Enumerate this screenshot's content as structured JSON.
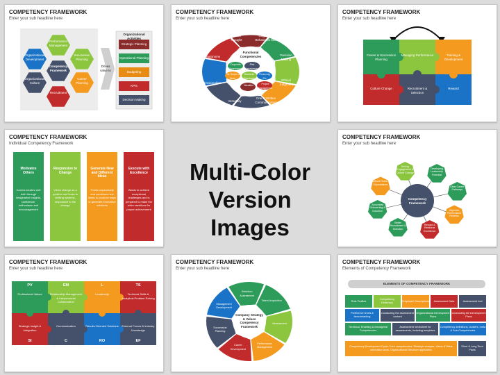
{
  "headline": "Multi-Color Version Images",
  "headline_lines": [
    "Multi-Color",
    "Version Images"
  ],
  "slides": [
    {
      "title": "COMPETENCY FRAMEWORK",
      "subtitle": "Enter your sub headline here",
      "hexes": [
        "Performance Management",
        "Succession Planning",
        "Career Planning",
        "Recruitment",
        "Organizational Culture",
        "Organizational Development",
        "Competency Framework"
      ],
      "side_header": "Organizational Activities",
      "arrow_label": "Drives value to",
      "side_items": [
        "Strategic Planning",
        "Operational Planning",
        "Budgeting",
        "KPIs",
        "Decision Making"
      ]
    },
    {
      "title": "COMPETENCY FRAMEWORK",
      "subtitle": "Enter your sub headline here",
      "outer": [
        "Critical Thought",
        "Cognitive & Behavioral Skills",
        "Decision Making",
        "Ethical Judgment",
        "Oral & Written Communication",
        "Versatility",
        "Professionalism",
        "Autonomy"
      ],
      "center_title": "Functional Competencies",
      "inner": [
        "Corporate Governance",
        "Risk Management",
        "Financing Etc",
        "Project Management",
        "Valuation",
        "The Scope of Work",
        "Business Standards"
      ]
    },
    {
      "title": "COMPETENCY FRAMEWORK",
      "subtitle": "Enter your sub headline here",
      "pieces": [
        "Career & Succession Planning",
        "Managing Performance",
        "Training & Development",
        "Culture Change",
        "Recruitment & Selection",
        "Reward"
      ]
    },
    {
      "title": "COMPETENCY FRAMEWORK",
      "subtitle": "Individual Competency Framework",
      "cards": [
        {
          "title": "Motivates Others",
          "body": "Communicates well both through imaginative insights, confidence, enthusiasm and encouragement"
        },
        {
          "title": "Responsive to Change",
          "body": "Views change as a positive and looks to shifting systems, responsive to the change"
        },
        {
          "title": "Generate New and Different Ideas",
          "body": "Thinks expansively and combines new ideas to produce ways to generate innovative solutions"
        },
        {
          "title": "Execute with Excellence",
          "body": "Wants to achieve exceptional challenges and is prepared to make the extra sacrifices for proper achievement"
        }
      ]
    },
    {
      "title": "COMPETENCY FRAMEWORK",
      "subtitle": "Enter your sub headline here",
      "center": "Competency Framework",
      "nodes": [
        "Driving Engagement & Culture Change",
        "Developing Leadership Potential",
        "Clear Career Pathways",
        "Objective Performance Reviews",
        "Reward & Reinforce Excellence",
        "Better Recruitment & Selection",
        "Accurately Onboarding & Induction",
        "Defined Roles & Expectations"
      ]
    },
    {
      "title": "COMPETENCY FRAMEWORK",
      "subtitle": "Enter your sub headline here",
      "pieces": [
        {
          "abbr": "PV",
          "label": "Professional Values"
        },
        {
          "abbr": "EM",
          "label": "Relationship Management & Interpersonal Collaboration"
        },
        {
          "abbr": "L",
          "label": "Leadership"
        },
        {
          "abbr": "TS",
          "label": "Technical Skills & Analytical Problem Solving"
        },
        {
          "abbr": "SI",
          "label": "Strategic Insight & Integration"
        },
        {
          "abbr": "C",
          "label": "Communication"
        },
        {
          "abbr": "RO",
          "label": "Results-Oriented Solutions"
        },
        {
          "abbr": "EF",
          "label": "External Forces & Industry Knowledge"
        }
      ]
    },
    {
      "title": "COMPETENCY FRAMEWORK",
      "subtitle": "Enter your sub headline here",
      "center": "Company Strategy & Values Competency Framework",
      "segments": [
        "Selection Assessment",
        "Talent Acquisition",
        "Assessment",
        "Performance Management",
        "Career Development",
        "Succession Planning",
        "Management Development"
      ]
    },
    {
      "title": "COMPETENCY FRAMEWORK",
      "subtitle": "Elements of Competency Framework",
      "banner": "ELEMENTS OF COMPETENCY FRAMEWORK",
      "row1": [
        "Role Profiles",
        "Competency Dictionary",
        "Employee Descriptions",
        "Assessment Data",
        "Assessment tool"
      ],
      "row2": [
        "Preference levels & benchmarking",
        "Conducting the assessment content",
        "Organizational Development Plans",
        "Conducting the Development Plans"
      ],
      "row3": [
        "Technical, Enabling & Managerial Competencies",
        "Assessment Worksheet for assessments, including templates",
        "Competency definitions, clusters, meta & Sub-Competencies"
      ],
      "row4": [
        "Competency Development Cycle: Core competencies, Strategic analysis, Vision & Value orientation work, Organizational Structure application",
        "Short & Long Term Plans"
      ]
    }
  ]
}
